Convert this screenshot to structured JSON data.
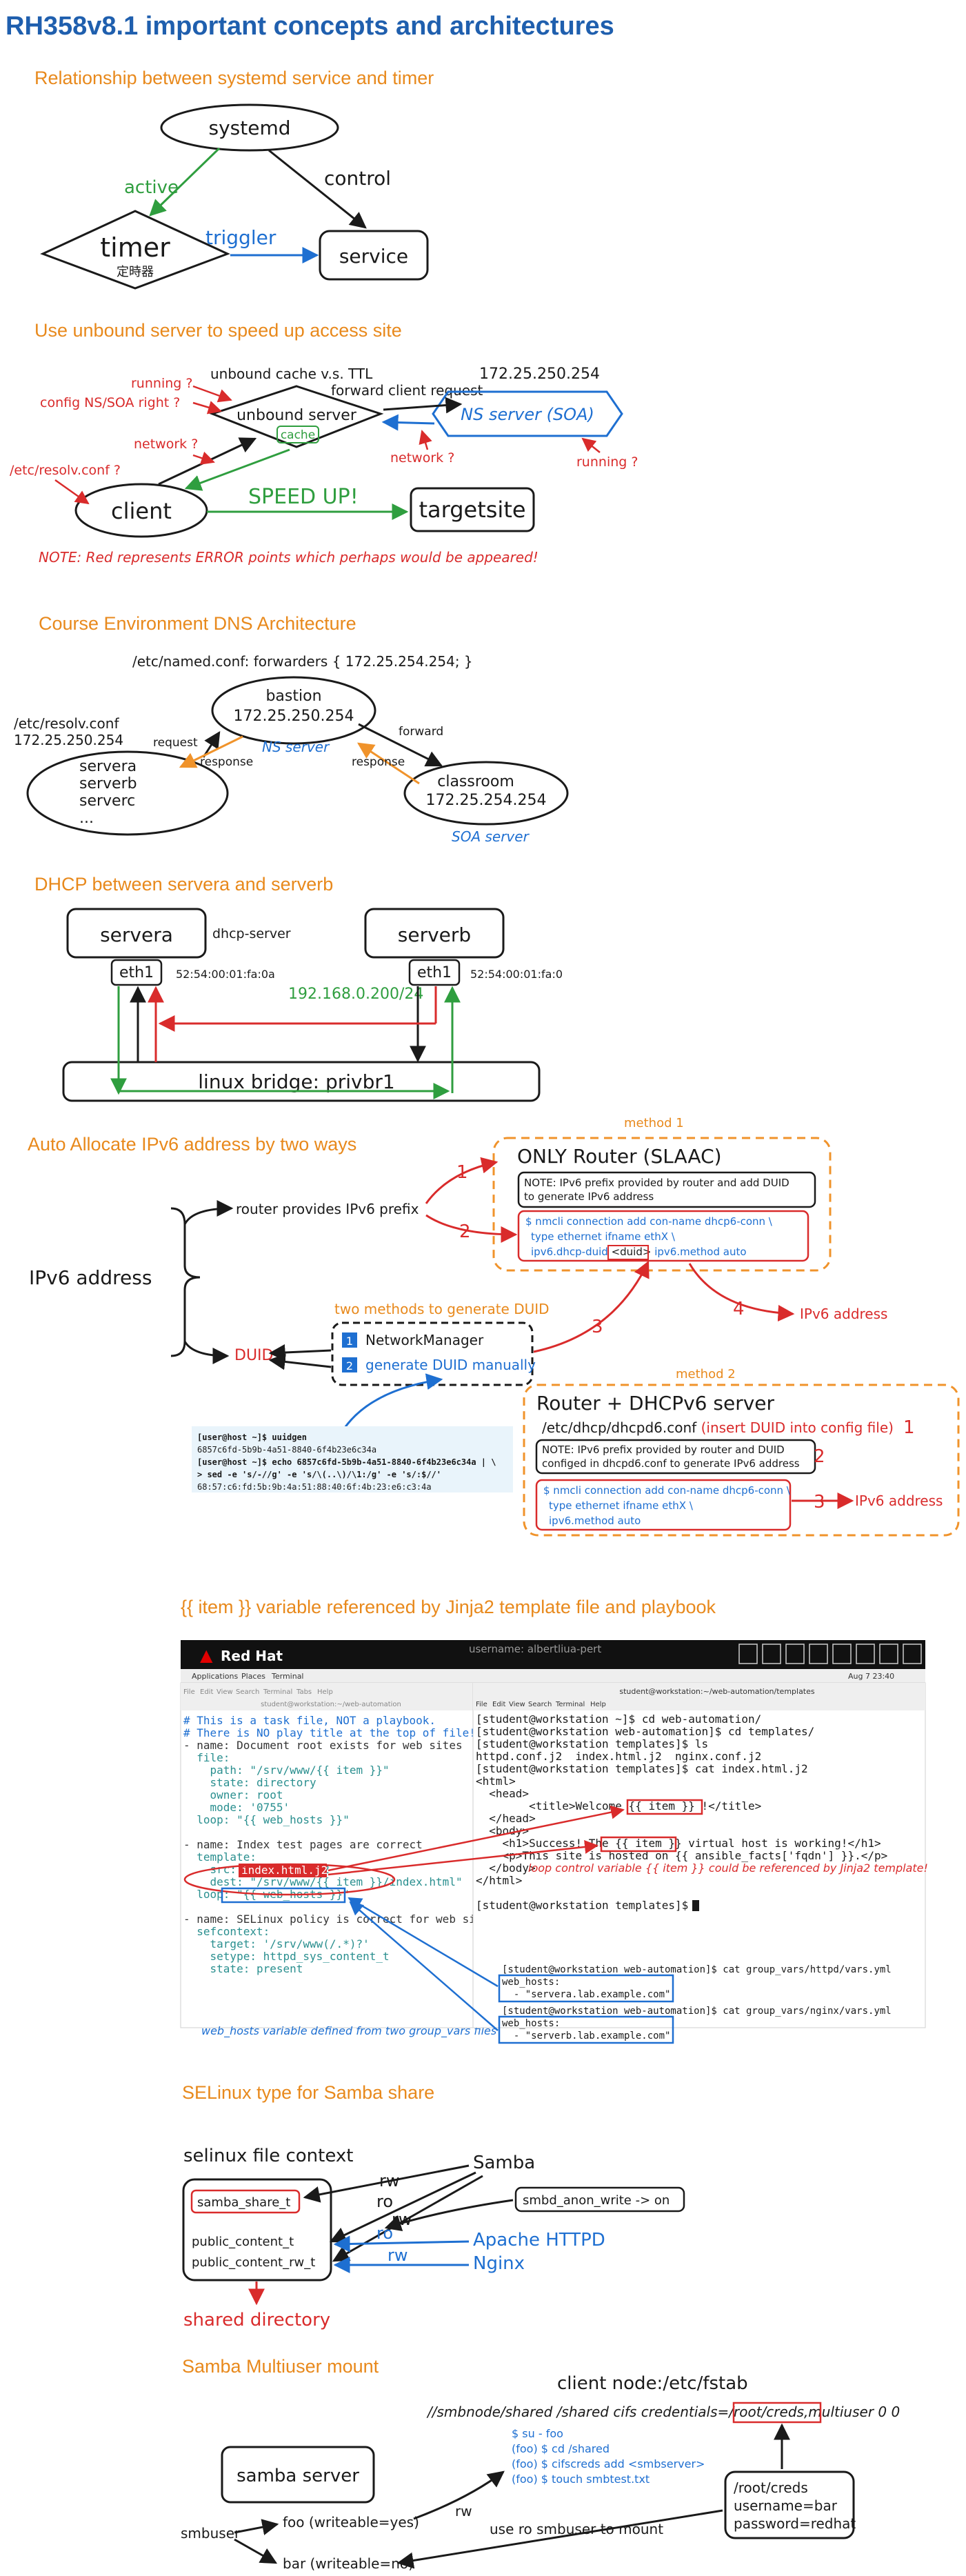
{
  "title": "RH358v8.1 important concepts and architectures",
  "colors": {
    "title": "#1f5fae",
    "section": "#e8891c",
    "red": "#d92b2b",
    "green": "#2f9e3f",
    "blue": "#1e6fd1",
    "orange": "#f0932b",
    "black": "#1a1a1a",
    "term_bg": "#e9f4fb"
  },
  "s1": {
    "heading": "Relationship between systemd service and timer",
    "systemd": "systemd",
    "timer": "timer",
    "timer_sub": "定時器",
    "service": "service",
    "active": "active",
    "control": "control",
    "triggler": "triggler"
  },
  "s2": {
    "heading": "Use unbound server to speed up access site",
    "unbound_cache_ttl": "unbound cache v.s. TTL",
    "forward_req": "forward client request",
    "ns_ip": "172.25.250.254",
    "unbound": "unbound server",
    "cache": "cache",
    "ns_server": "NS server (SOA)",
    "client": "client",
    "targetsite": "targetsite",
    "speed_up": "SPEED UP!",
    "running1": "running ?",
    "config_ns": "config NS/SOA right ?",
    "network1": "network ?",
    "resolv": "/etc/resolv.conf ?",
    "network2": "network ?",
    "running2": "running ?",
    "note": "NOTE: Red represents ERROR points which perhaps would be appeared!"
  },
  "s3": {
    "heading": "Course Environment DNS Architecture",
    "named_conf": "/etc/named.conf: forwarders { 172.25.254.254; }",
    "bastion": "bastion",
    "bastion_ip": "172.25.250.254",
    "ns_server": "NS server",
    "resolv": "/etc/resolv.conf",
    "resolv_ip": "172.25.250.254",
    "servers": [
      "servera",
      "serverb",
      "serverc",
      "..."
    ],
    "request": "request",
    "response1": "response",
    "forward": "forward",
    "response2": "response",
    "classroom": "classroom",
    "classroom_ip": "172.25.254.254",
    "soa": "SOA server"
  },
  "s4": {
    "heading": "DHCP between servera and serverb",
    "servera": "servera",
    "dhcp_server": "dhcp-server",
    "serverb": "serverb",
    "eth1a": "eth1",
    "mac_a": "52:54:00:01:fa:0a",
    "eth1b": "eth1",
    "mac_b": "52:54:00:01:fa:0",
    "range": "192.168.0.200/24",
    "bridge": "linux bridge: privbr1"
  },
  "s5": {
    "heading": "Auto Allocate IPv6 address by two ways",
    "method1": "method 1",
    "only_router": "ONLY Router (SLAAC)",
    "note1a": "NOTE: IPv6 prefix provided by router and add DUID",
    "note1b": "to generate IPv6 address",
    "cmd1": [
      "$ nmcli connection add con-name dhcp6-conn \\",
      "type ethernet ifname ethX \\"
    ],
    "cmd1_c": "ipv6.dhcp-duid ",
    "cmd1_duid": "<duid>",
    "cmd1_d": " ipv6.method auto",
    "router_prefix": "router provides IPv6 prefix",
    "ipv6_address": "IPv6 address",
    "n1": "1",
    "n2": "2",
    "n3": "3",
    "n4": "4",
    "ipv6_out1": "IPv6 address",
    "two_methods": "two methods to generate DUID",
    "duid": "DUID",
    "opt1_num": "1",
    "opt1": "NetworkManager",
    "opt2_num": "2",
    "opt2": "generate DUID manually",
    "term": [
      "[user@host ~]$ uuidgen",
      "6857c6fd-5b9b-4a51-8840-6f4b23e6c34a",
      "[user@host ~]$ echo 6857c6fd-5b9b-4a51-8840-6f4b23e6c34a | \\",
      "> sed -e 's/-//g' -e 's/\\(..\\)/\\1:/g' -e 's/:$//'",
      "68:57:c6:fd:5b:9b:4a:51:88:40:6f:4b:23:e6:c3:4a"
    ],
    "method2": "method 2",
    "router_dhcp": "Router + DHCPv6 server",
    "dhcpd6_path": "/etc/dhcp/dhcpd6.conf ",
    "insert_duid": "(insert DUID into config file)",
    "m2n1": "1",
    "note2a": "NOTE: IPv6 prefix provided by router and DUID",
    "note2b": "configed in dhcpd6.conf to generate IPv6 address",
    "m2n2": "2",
    "cmd2": [
      "$ nmcli connection add con-name dhcp6-conn \\",
      "type ethernet ifname ethX \\",
      "ipv6.method auto"
    ],
    "m2n3": "3",
    "ipv6_out2": "IPv6 address"
  },
  "s6": {
    "heading": "{{ item }} variable referenced by Jinja2 template file and playbook",
    "brand": "Red Hat",
    "username": "username: albertliua-pert",
    "menu": [
      "Applications",
      "Places",
      "Terminal"
    ],
    "clock": "Aug 7  23:40",
    "left_menu": [
      "File",
      "Edit",
      "View",
      "Search",
      "Terminal",
      "Tabs",
      "Help"
    ],
    "left_title": "student@workstation:~/web-automation",
    "right_title": "student@workstation:~/web-automation/templates",
    "right_menu": [
      "File",
      "Edit",
      "View",
      "Search",
      "Terminal",
      "Help"
    ],
    "code": [
      "# This is a task file, NOT a playbook.",
      "# There is NO play title at the top of file!",
      "- name: Document root exists for web sites",
      "  file:",
      "    path: \"/srv/www/{{ item }}\"",
      "    state: directory",
      "    owner: root",
      "    mode: '0755'",
      "  loop: \"{{ web_hosts }}\"",
      "",
      "- name: Index test pages are correct",
      "  template:",
      "    src: index.html.j2",
      "    dest: \"/srv/www/{{ item }}/index.html\"",
      "  loop: \"{{ web_hosts }}\"",
      "",
      "- name: SELinux policy is correct for web sit",
      "  sefcontext:",
      "    target: '/srv/www(/.*)?'",
      "    setype: httpd_sys_content_t",
      "    state: present"
    ],
    "src_highlight": "index.html.j2",
    "webhosts_note": "web_hosts variable defined from two group_vars files",
    "right_lines": [
      "[student@workstation ~]$ cd web-automation/",
      "[student@workstation web-automation]$ cd templates/",
      "[student@workstation templates]$ ls",
      "httpd.conf.j2  index.html.j2  nginx.conf.j2",
      "[student@workstation templates]$ cat index.html.j2",
      "<html>",
      "  <head>",
      "        <title>Welcome {{ item }} !</title>",
      "  </head>",
      "  <body>",
      "    <h1>Success! The {{ item }} virtual host is working!</h1>",
      "    <p>This site is hosted on {{ ansible_facts['fqdn'] }}.</p>",
      "  </body>",
      "</html>",
      "",
      "[student@workstation templates]$ "
    ],
    "loop_note": "loop control variable {{ item }} could be referenced by Jinja2 template!",
    "gv1": [
      "[student@workstation web-automation]$ cat group_vars/httpd/vars.yml",
      "web_hosts:",
      "  - \"servera.lab.example.com\""
    ],
    "gv2": [
      "[student@workstation web-automation]$ cat group_vars/nginx/vars.yml",
      "web_hosts:",
      "  - \"serverb.lab.example.com\""
    ]
  },
  "s7": {
    "heading": "SELinux type for Samba share",
    "context": "selinux file context",
    "samba": "Samba",
    "share_t": "samba_share_t",
    "public_t": "public_content_t",
    "public_rw_t": "public_content_rw_t",
    "anon_write": "smbd_anon_write -> on",
    "rw1": "rw",
    "ro1": "ro",
    "rw2": "rw",
    "ro2": "ro",
    "rw3": "rw",
    "apache": "Apache HTTPD",
    "nginx": "Nginx",
    "shared_dir": "shared directory"
  },
  "s8": {
    "heading": "Samba Multiuser mount",
    "client_node": "client node:/etc/fstab",
    "fstab_a": "//smbnode/shared  /shared  cifs  credentials=",
    "fstab_b": "/root/creds",
    "fstab_c": ",multiuser  0  0",
    "cmds": [
      "$ su - foo",
      "(foo) $ cd /shared",
      "(foo) $ cifscreds add <smbserver>",
      "(foo) $ touch smbtest.txt"
    ],
    "samba_server": "samba server",
    "smbuser": "smbuser",
    "foo": "foo (writeable=yes)",
    "bar": "bar (writeable=no)",
    "rw": "rw",
    "use_ro": "use ro smbuser to mount",
    "creds": [
      "/root/creds",
      "username=bar",
      "password=redhat"
    ]
  }
}
